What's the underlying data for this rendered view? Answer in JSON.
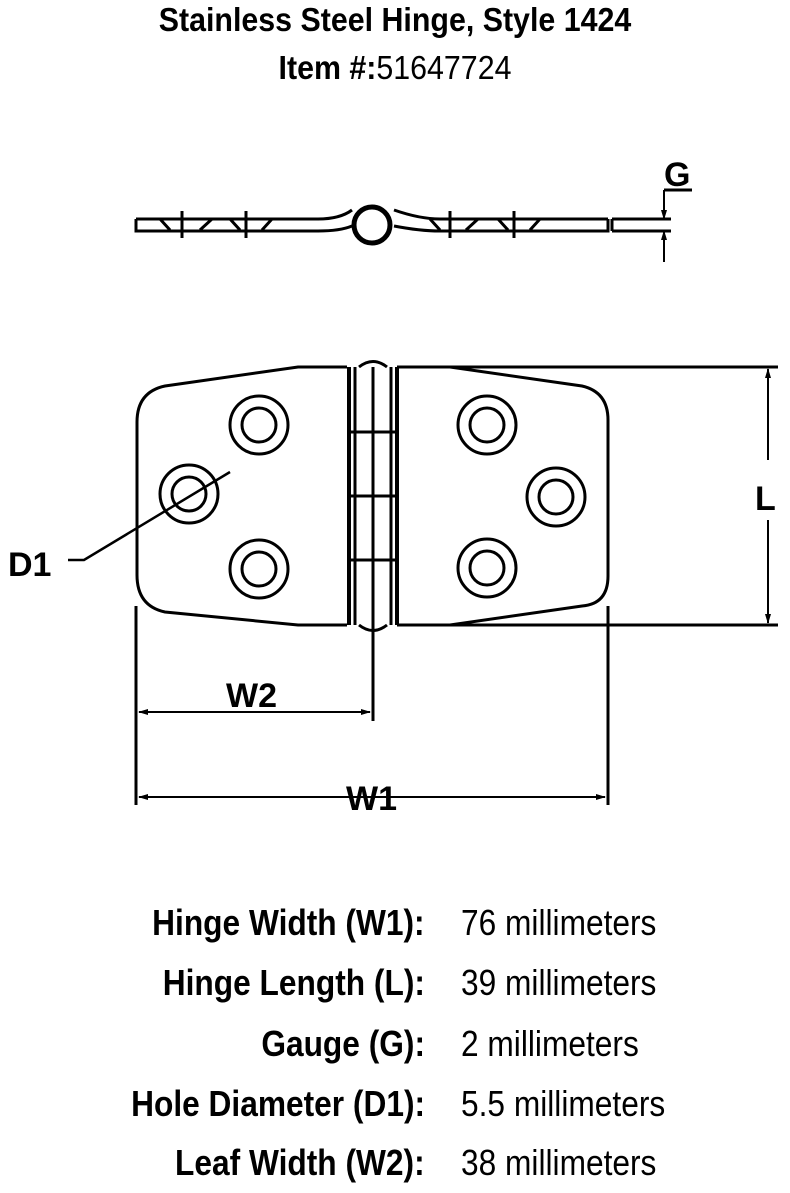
{
  "header": {
    "title": "Stainless Steel Hinge, Style 1424",
    "item_label": "Item #:",
    "item_number": "51647724"
  },
  "diagram": {
    "labels": {
      "gauge": "G",
      "length": "L",
      "hole_diameter": "D1",
      "leaf_width": "W2",
      "hinge_width": "W1"
    }
  },
  "specs": [
    {
      "label": "Hinge Width (W1):",
      "value": "76 millimeters"
    },
    {
      "label": "Hinge Length (L):",
      "value": "39 millimeters"
    },
    {
      "label": "Gauge (G):",
      "value": "2 millimeters"
    },
    {
      "label": "Hole Diameter (D1):",
      "value": "5.5 millimeters"
    },
    {
      "label": "Leaf Width (W2):",
      "value": "38 millimeters"
    }
  ]
}
